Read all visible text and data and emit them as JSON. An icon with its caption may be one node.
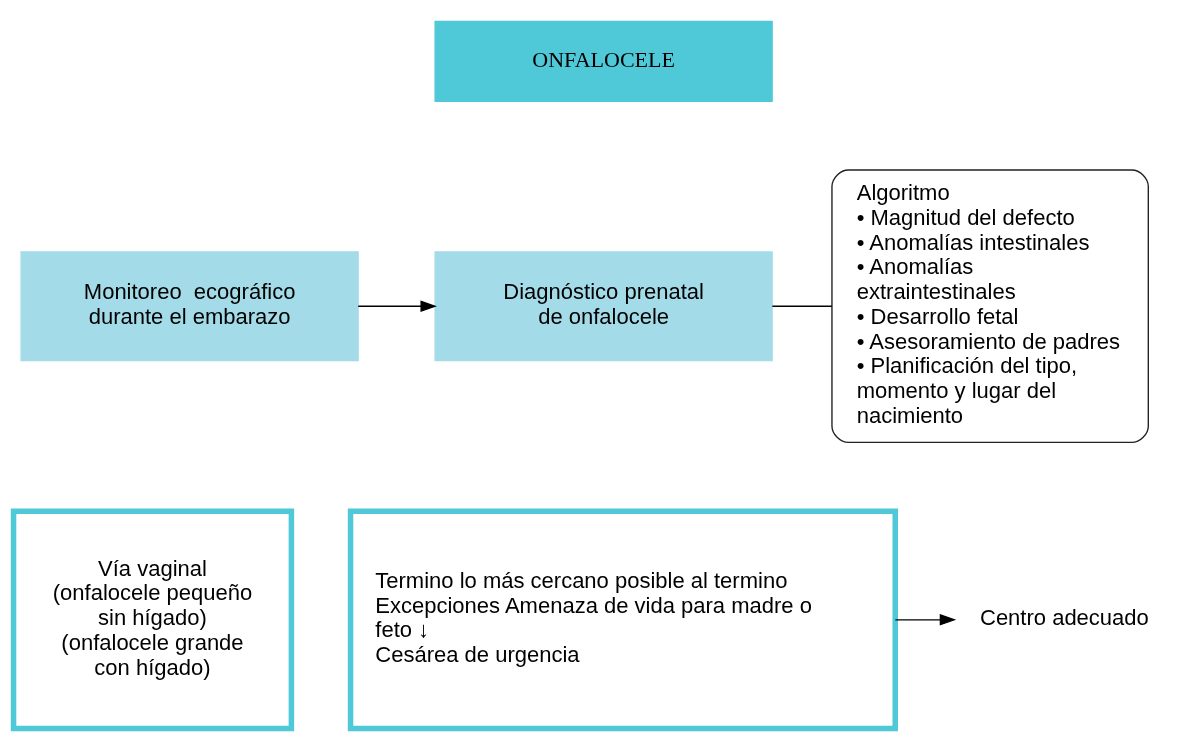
{
  "diagram": {
    "nodes": [
      {
        "text": [
          "ONFALOCELE"
        ]
      },
      {
        "text": [
          "Monitoreo  ecográfico durante el embarazo"
        ]
      },
      {
        "text": [
          "Diagnóstico prenatal de onfalocele"
        ]
      },
      {
        "text": [
          "Algoritmo",
          "• Magnitud del defecto",
          "• Anomalías intestinales",
          "• Anomalías extraintestinales",
          "• Desarrollo fetal",
          "• Asesoramiento de padres",
          "• Planificación del tipo, momento y lugar del nacimiento"
        ]
      },
      {
        "text": [
          "Vía vaginal",
          "(onfalocele pequeño sin hígado)",
          "(onfalocele grande con hígado)"
        ]
      },
      {
        "text": [
          "Termino lo más cercano posible al termino",
          "Excepciones Amenaza de vida para madre o feto ↓",
          "Cesárea de urgencia"
        ]
      },
      {
        "text": [
          "Centro adecuado"
        ]
      }
    ],
    "edges": [
      {
        "from": 1,
        "to": 2,
        "arrow": "to"
      },
      {
        "from": 2,
        "to": 3,
        "arrow": "none"
      },
      {
        "from": 5,
        "to": 6,
        "arrow": "to"
      }
    ]
  }
}
